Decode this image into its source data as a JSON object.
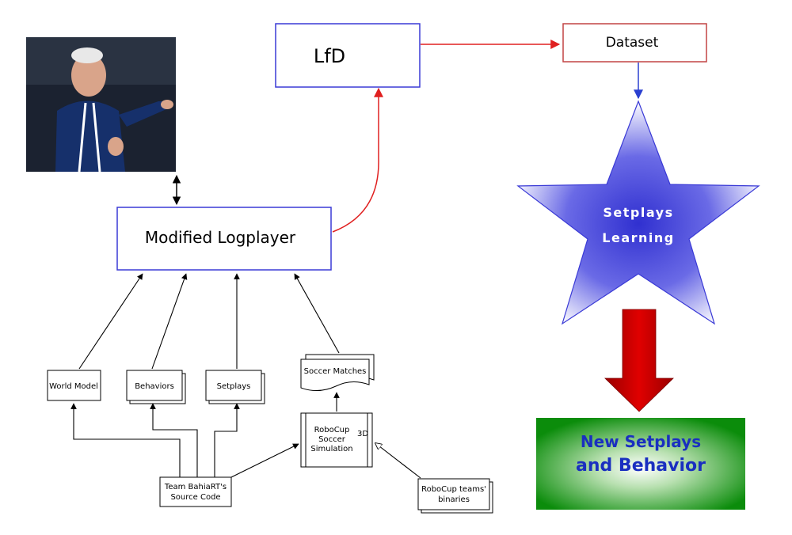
{
  "nodes": {
    "lfd": "LfD",
    "dataset": "Dataset",
    "logplayer": "Modified Logplayer",
    "world_model": "World Model",
    "behaviors": "Behaviors",
    "setplays": "Setplays",
    "soccer_matches": "Soccer Matches",
    "robocup_sim": [
      "RoboCup",
      "Soccer",
      "Simulation"
    ],
    "robocup_3d": "3D",
    "source_code": [
      "Team BahiaRT's",
      "Source Code"
    ],
    "team_binaries": [
      "RoboCup teams'",
      "binaries"
    ],
    "star": [
      "Setplays",
      "Learning"
    ],
    "result": [
      "New Setplays",
      "and Behavior"
    ]
  },
  "photo": {
    "subject": "coach-photo"
  },
  "colors": {
    "blue_border": "#3a3ad6",
    "red_border": "#c24444",
    "red_arrow": "#e02020",
    "blue_arrow": "#2a3fd0",
    "green": "#0d8f0d",
    "result_text": "#1a2fc0",
    "down_arrow": "#d40000"
  }
}
